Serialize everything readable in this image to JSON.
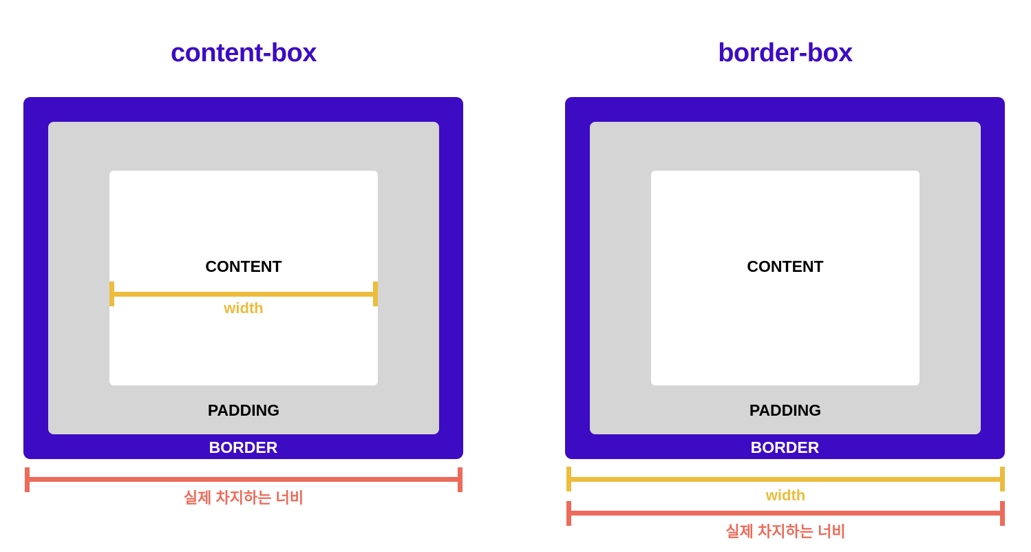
{
  "diagrams": [
    {
      "title": "content-box",
      "content_label": "CONTENT",
      "padding_label": "PADDING",
      "border_label": "BORDER",
      "width_label": "width",
      "actual_width_label": "실제 차지하는 너비"
    },
    {
      "title": "border-box",
      "content_label": "CONTENT",
      "padding_label": "PADDING",
      "border_label": "BORDER",
      "width_label": "width",
      "actual_width_label": "실제 차지하는 너비"
    }
  ],
  "colors": {
    "border": "#3d0bc4",
    "padding": "#d5d5d5",
    "content": "#ffffff",
    "width_marker": "#ecbc3c",
    "actual_width_marker": "#ec6b5a"
  }
}
